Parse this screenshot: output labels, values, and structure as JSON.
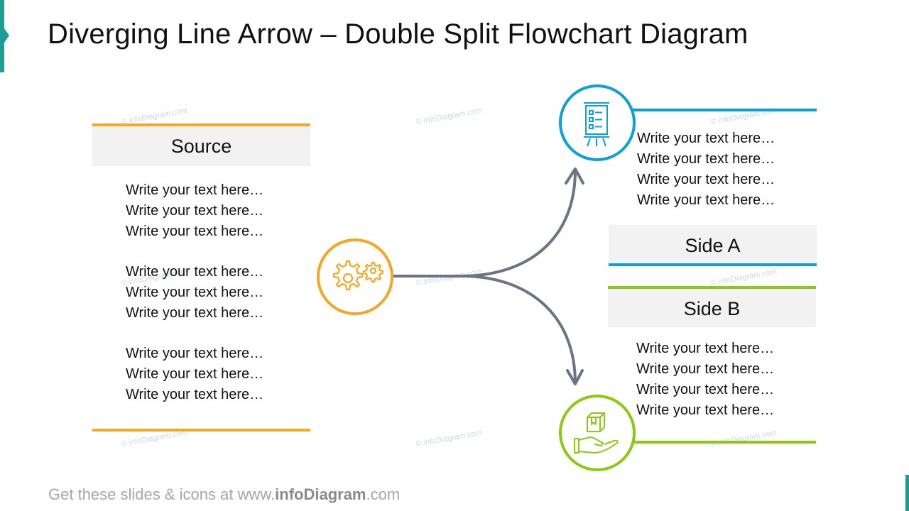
{
  "title": "Diverging Line Arrow – Double Split Flowchart Diagram",
  "colors": {
    "teal_accent": "#1a9e96",
    "source": "#f5a623",
    "side_a": "#0aa0d8",
    "side_b": "#8cc814",
    "arrow": "#6b7385",
    "header_bg": "#f2f2f2"
  },
  "source": {
    "header": "Source",
    "icon": "gears-icon",
    "groups": [
      [
        "Write your text here…",
        "Write your text here…",
        "Write your text here…"
      ],
      [
        "Write your text here…",
        "Write your text here…",
        "Write your text here…"
      ],
      [
        "Write your text here…",
        "Write your text here…",
        "Write your text here…"
      ]
    ]
  },
  "side_a": {
    "header": "Side A",
    "icon": "presentation-board-checklist-icon",
    "lines": [
      "Write your text here…",
      "Write your text here…",
      "Write your text here…",
      "Write your text here…"
    ]
  },
  "side_b": {
    "header": "Side B",
    "icon": "hand-holding-box-icon",
    "lines": [
      "Write your text here…",
      "Write your text here…",
      "Write your text here…",
      "Write your text here…"
    ]
  },
  "watermark": "© infoDiagram.com",
  "footer": {
    "prefix": "Get these slides & icons at www.",
    "brand": "infoDiagram",
    "suffix": ".com"
  }
}
